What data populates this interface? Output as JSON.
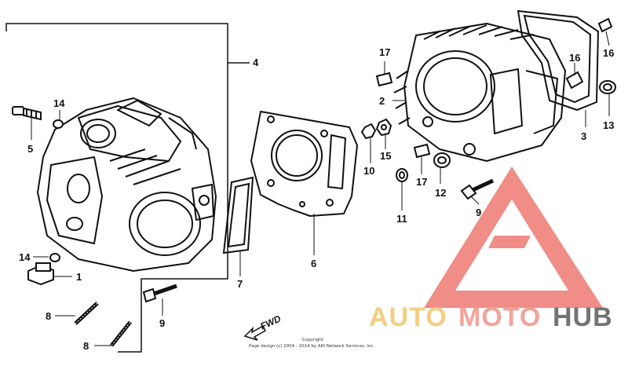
{
  "diagram": {
    "callouts": {
      "c1": "1",
      "c2": "2",
      "c3": "3",
      "c4": "4",
      "c5": "5",
      "c6": "6",
      "c7": "7",
      "c8a": "8",
      "c8b": "8",
      "c9a": "9",
      "c9b": "9",
      "c10": "10",
      "c11": "11",
      "c12": "12",
      "c13": "13",
      "c14a": "14",
      "c14b": "14",
      "c15": "15",
      "c16a": "16",
      "c16b": "16",
      "c17a": "17",
      "c17b": "17"
    },
    "forward_label": "FWD",
    "copyright_line1": "Copyright",
    "copyright_line2": "Page design (c) 2004 - 2014 by ARI Network Services, Inc."
  },
  "watermark": {
    "word_auto": "AUTO",
    "word_moto": "MOTO",
    "word_hub": "HUB",
    "colors": {
      "auto": "#f2c15e",
      "moto": "#f08a80",
      "hub": "#4d4d4d",
      "triangle": "#e8554a"
    }
  }
}
